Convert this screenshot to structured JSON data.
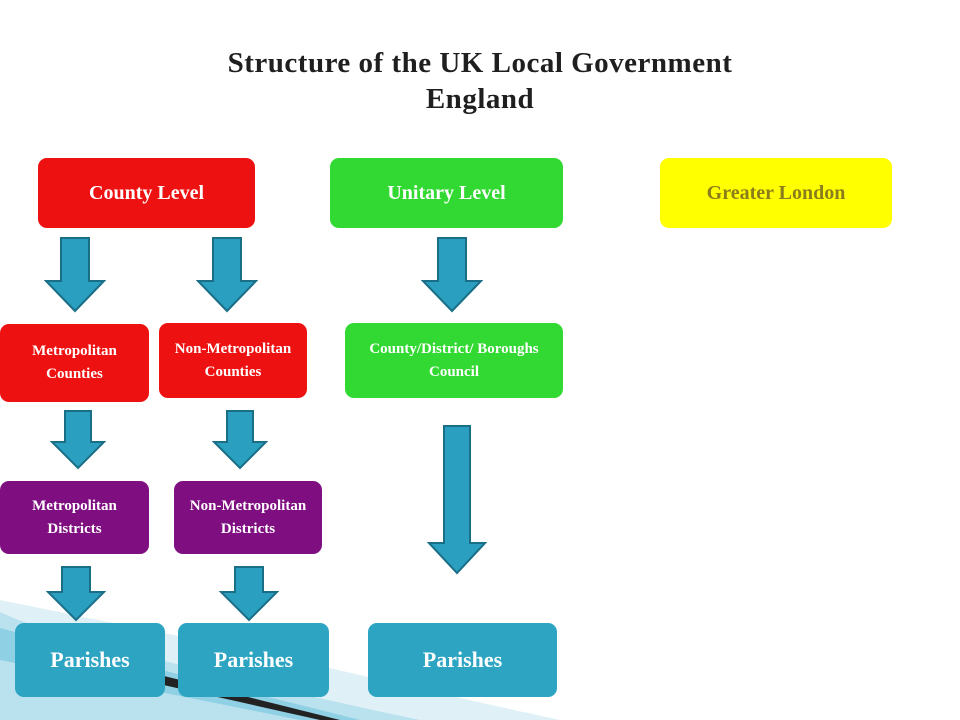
{
  "title": {
    "line1": "Structure of the UK Local Government",
    "line2": "England"
  },
  "levels": {
    "county": "County Level",
    "unitary": "Unitary Level",
    "london": "Greater London"
  },
  "counties": {
    "metropolitan": "Metropolitan Counties",
    "non_metropolitan": "Non-Metropolitan Counties"
  },
  "unitary_council": "County/District/ Boroughs  Council",
  "districts": {
    "metropolitan": "Metropolitan Districts",
    "non_metropolitan": "Non-Metropolitan Districts"
  },
  "parishes": [
    "Parishes",
    "Parishes",
    "Parishes"
  ],
  "colors": {
    "county": "#ee1111",
    "unitary": "#33d933",
    "london": "#ffff00",
    "districts": "#7f0f80",
    "parishes": "#2ca4c2",
    "arrow": "#2a9fc0"
  }
}
